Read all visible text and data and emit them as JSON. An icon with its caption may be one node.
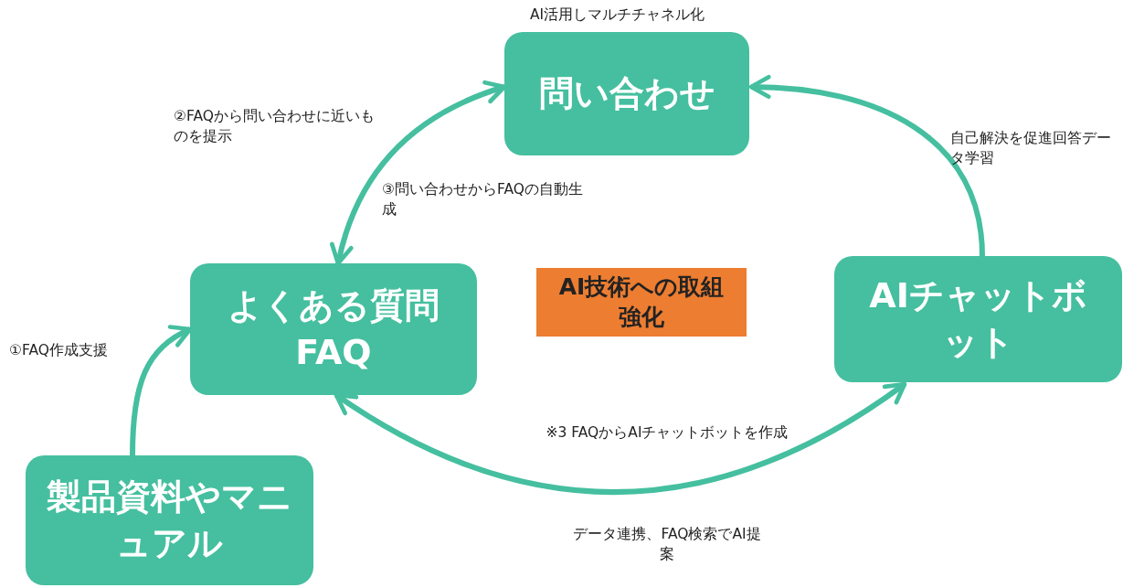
{
  "diagram": {
    "nodes": [
      {
        "text": [
          "問い合わせ"
        ],
        "beside": [
          "AI活用しマルチチャネル化"
        ]
      },
      {
        "text": [
          "よくある質問FAQ"
        ]
      },
      {
        "text": [
          "AI技術への取組強化"
        ]
      },
      {
        "text": [
          "AIチャットボット"
        ]
      },
      {
        "text": [
          "製品資料やマニュアル"
        ]
      }
    ],
    "edges": [
      {
        "from": 0,
        "to": 1,
        "arrow": "both"
      },
      {
        "from": 3,
        "to": 0,
        "arrow": "to",
        "label": "自己解決を促進回答データ学習"
      },
      {
        "from": 1,
        "to": 3,
        "arrow": "both",
        "label": "※3 FAQからAIチャットボットを作成"
      },
      {
        "from": 4,
        "to": 1,
        "arrow": "to",
        "label": "①FAQ作成支援"
      }
    ],
    "labels": [
      "②FAQから問い合わせに近いものを提示",
      "③問い合わせからFAQの自動生成",
      "データ連携、FAQ検索でAI提案"
    ]
  }
}
